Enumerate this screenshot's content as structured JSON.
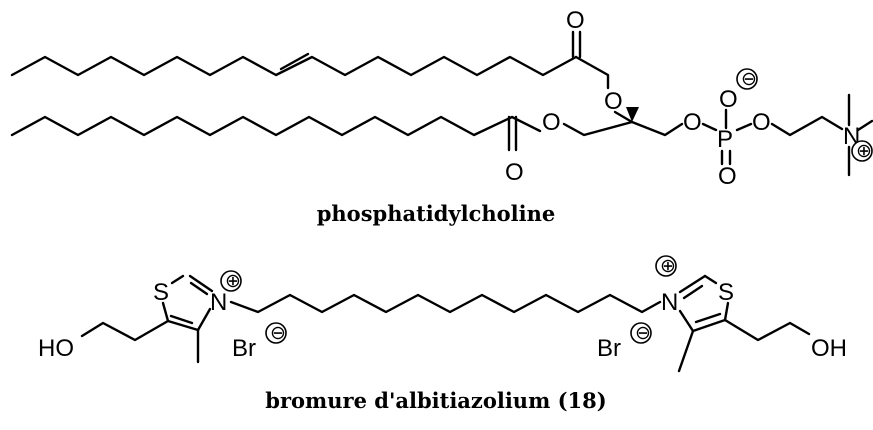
{
  "molecules": [
    {
      "caption": "phosphatidylcholine",
      "atoms": [
        "O",
        "O",
        "O",
        "O",
        "O",
        "O",
        "P",
        "O",
        "O",
        "N"
      ],
      "charges": [
        "⊖",
        "⊕"
      ]
    },
    {
      "caption": "bromure d'albitiazolium (18)",
      "atoms": [
        "S",
        "N",
        "HO",
        "Br",
        "N",
        "S",
        "Br",
        "OH"
      ],
      "charges": [
        "⊕",
        "⊖",
        "⊕",
        "⊖"
      ]
    }
  ]
}
